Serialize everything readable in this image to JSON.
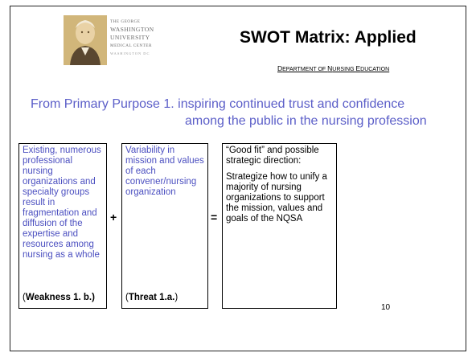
{
  "logo": {
    "line1": "THE GEORGE",
    "line2": "WASHINGTON",
    "line3": "UNIVERSITY",
    "line4": "MEDICAL CENTER",
    "line5": "WASHINGTON DC"
  },
  "title": "SWOT Matrix:  Applied",
  "department": {
    "d": "D",
    "w1": "EPARTMENT OF ",
    "n": "N",
    "w2": "URSING ",
    "e": "E",
    "w3": "DUCATION"
  },
  "purpose": {
    "line1": "From Primary Purpose 1.  inspiring continued trust and confidence",
    "line2": "among the public in the nursing profession"
  },
  "box1": {
    "text": "Existing, numerous professional nursing organizations and specialty groups result in fragmentation and diffusion of the expertise and resources among nursing as a whole",
    "tag_open": "(",
    "tag_bold": "Weakness 1. b.)",
    "tag_close": ""
  },
  "operator_plus": "+",
  "box2": {
    "text": "Variability in mission and values of each convener/nursing organization",
    "tag_open": "(",
    "tag_bold": "Threat 1.a.",
    "tag_close": ")"
  },
  "operator_equals": "=",
  "box3": {
    "heading": "“Good fit” and possible strategic direction:",
    "body": "Strategize how to unify a majority of nursing organizations to support the mission, values and goals of the NQSA"
  },
  "page_number": "10"
}
